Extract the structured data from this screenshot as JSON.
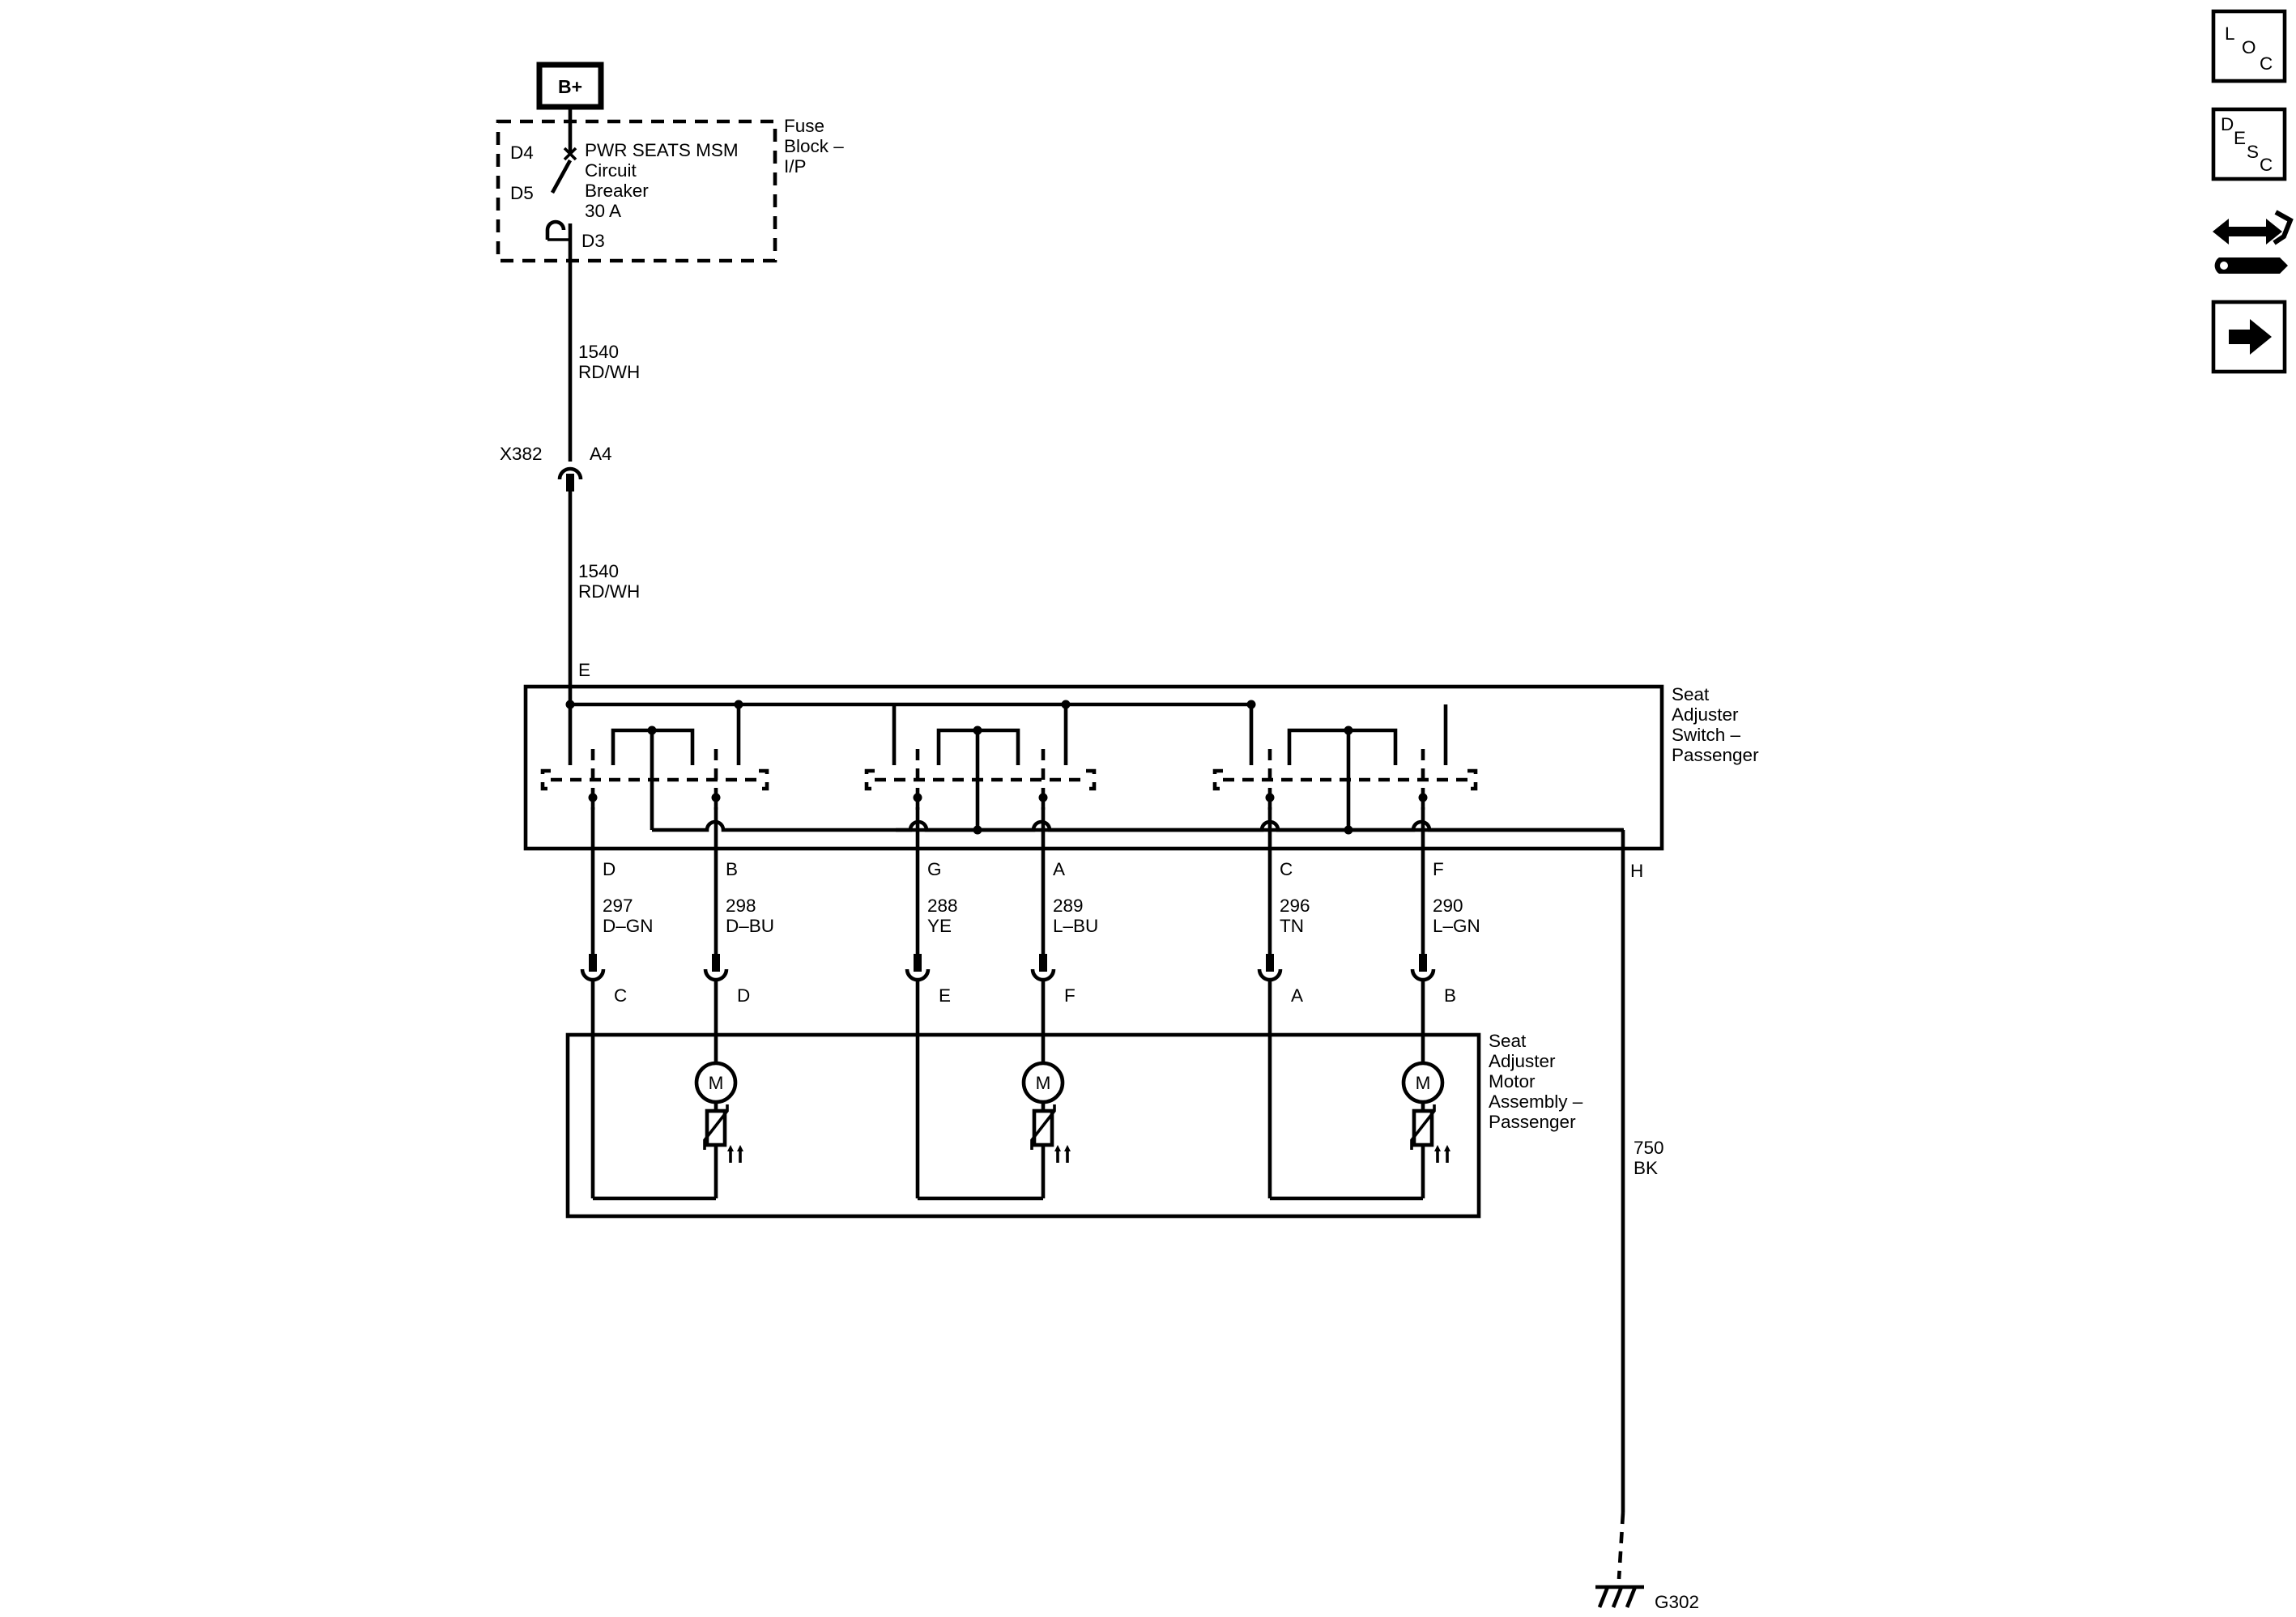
{
  "battery": {
    "label": "B+"
  },
  "fuse_block": {
    "title_lines": [
      "Fuse",
      "Block –",
      "I/P"
    ],
    "breaker_lines": [
      "PWR SEATS MSM",
      "Circuit",
      "Breaker",
      "30 A"
    ],
    "pins": {
      "in": "D4",
      "mid": "D5",
      "out": "D3"
    }
  },
  "wire_1540_upper": {
    "circuit": "1540",
    "color": "RD/WH"
  },
  "connector_x382": {
    "name": "X382",
    "pin": "A4"
  },
  "wire_1540_lower": {
    "circuit": "1540",
    "color": "RD/WH"
  },
  "switch": {
    "title_lines": [
      "Seat",
      "Adjuster",
      "Switch –",
      "Passenger"
    ],
    "feed_pin": "E",
    "ground_pin": "H"
  },
  "motor_circuits": [
    {
      "switch_pin": "D",
      "circuit": "297",
      "color": "D–GN",
      "motor_pin": "C"
    },
    {
      "switch_pin": "B",
      "circuit": "298",
      "color": "D–BU",
      "motor_pin": "D"
    },
    {
      "switch_pin": "G",
      "circuit": "288",
      "color": "YE",
      "motor_pin": "E"
    },
    {
      "switch_pin": "A",
      "circuit": "289",
      "color": "L–BU",
      "motor_pin": "F"
    },
    {
      "switch_pin": "C",
      "circuit": "296",
      "color": "TN",
      "motor_pin": "A"
    },
    {
      "switch_pin": "F",
      "circuit": "290",
      "color": "L–GN",
      "motor_pin": "B"
    }
  ],
  "motor_assembly": {
    "title_lines": [
      "Seat",
      "Adjuster",
      "Motor",
      "Assembly –",
      "Passenger"
    ],
    "motor_symbol": "M"
  },
  "ground_wire": {
    "circuit": "750",
    "color": "BK"
  },
  "ground": {
    "name": "G302"
  },
  "nav": {
    "loc": {
      "letters": [
        "L",
        "O",
        "C"
      ]
    },
    "desc": {
      "letters": [
        "D",
        "E",
        "S",
        "C"
      ]
    },
    "connector_icon": "connector-end-view-icon",
    "next_icon": "arrow-right-icon"
  }
}
